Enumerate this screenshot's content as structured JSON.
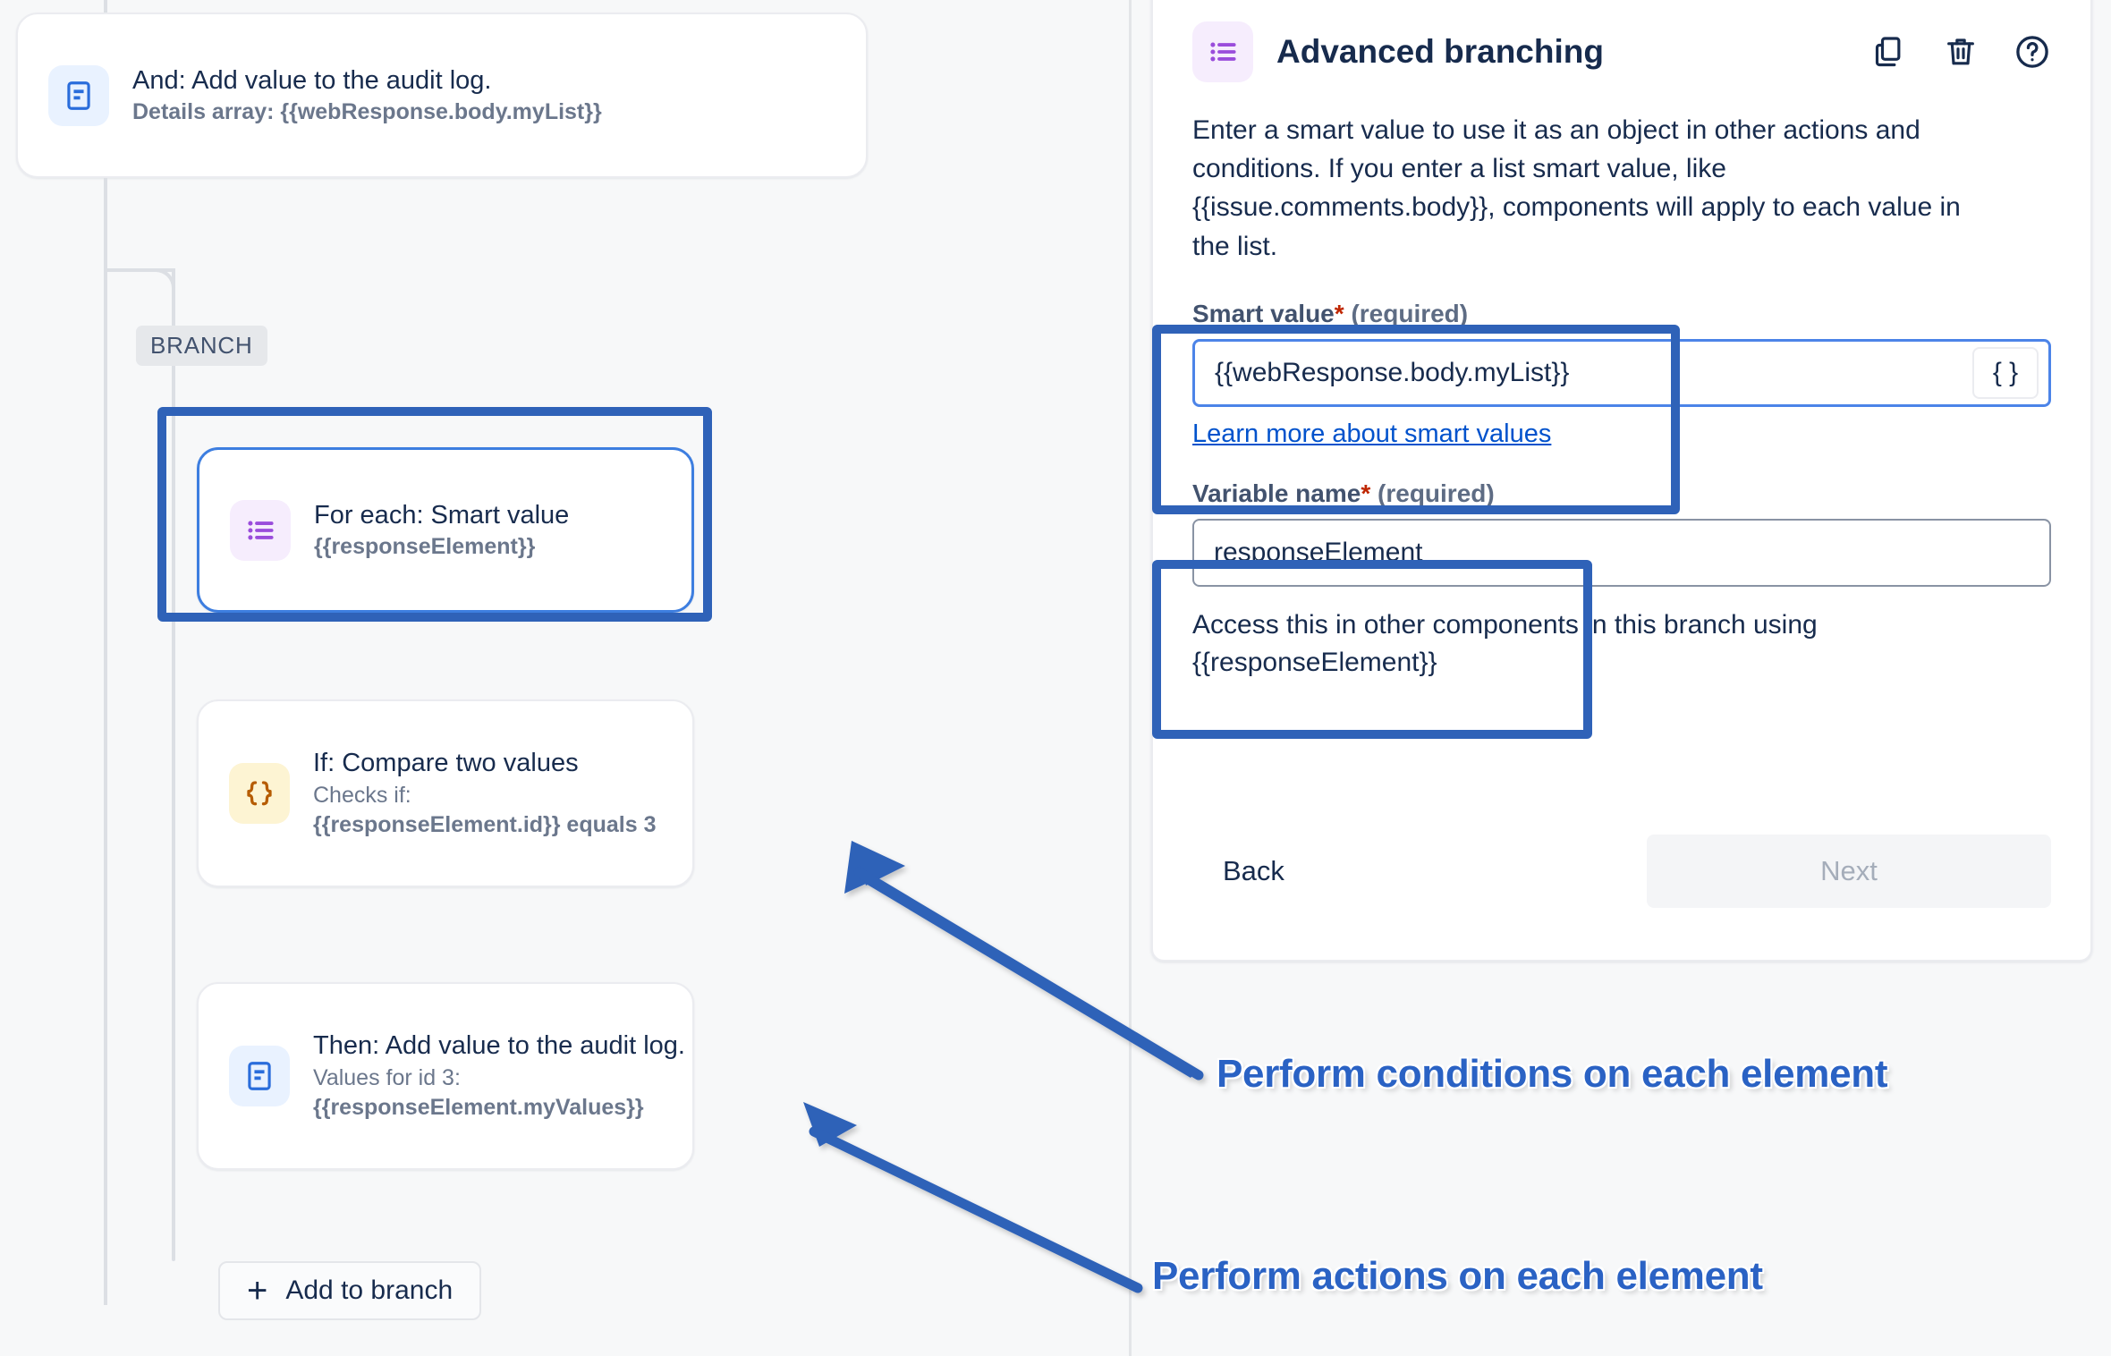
{
  "canvas": {
    "branch_chip": "BRANCH",
    "add_to_branch": "Add to branch",
    "nodes": [
      {
        "id": "and-audit-log",
        "icon": "audit-log-icon",
        "title": "And: Add value to the audit log.",
        "sub": "Details array: {{webResponse.body.myList}}"
      },
      {
        "id": "for-each-smart-value",
        "icon": "list-icon",
        "title": "For each: Smart value",
        "sub": "{{responseElement}}"
      },
      {
        "id": "if-compare-two-values",
        "icon": "braces-icon",
        "title": "If: Compare two values",
        "sub_light": "Checks if:",
        "sub": "{{responseElement.id}} equals 3"
      },
      {
        "id": "then-audit-log",
        "icon": "audit-log-icon",
        "title": "Then: Add value to the audit log.",
        "sub_light": "Values for id 3:",
        "sub": "{{responseElement.myValues}}"
      }
    ]
  },
  "panel": {
    "title": "Advanced branching",
    "icon": "list-icon",
    "actions": [
      {
        "name": "copy-icon",
        "label": "Copy"
      },
      {
        "name": "trash-icon",
        "label": "Delete"
      },
      {
        "name": "help-icon",
        "label": "Help"
      }
    ],
    "description": "Enter a smart value to use it as an object in other actions and conditions. If you enter a list smart value, like {{issue.comments.body}}, components will apply to each value in the list.",
    "smart_value": {
      "label_main": "Smart value",
      "label_star": "*",
      "label_required": "(required)",
      "value": "{{webResponse.body.myList}}",
      "placeholder": "",
      "brace_button": "{ }",
      "link": "Learn more about smart values"
    },
    "variable_name": {
      "label_main": "Variable name",
      "label_star": "*",
      "label_required": "(required)",
      "value": "responseElement",
      "placeholder": "",
      "help": "Access this in other components in this branch using {{responseElement}}"
    },
    "back_label": "Back",
    "next_label": "Next"
  },
  "annotations": {
    "label_conditions": "Perform conditions on each element",
    "label_actions": "Perform actions on each element",
    "highlight_color": "#2f62b8",
    "text_color": "#2a62c4"
  }
}
